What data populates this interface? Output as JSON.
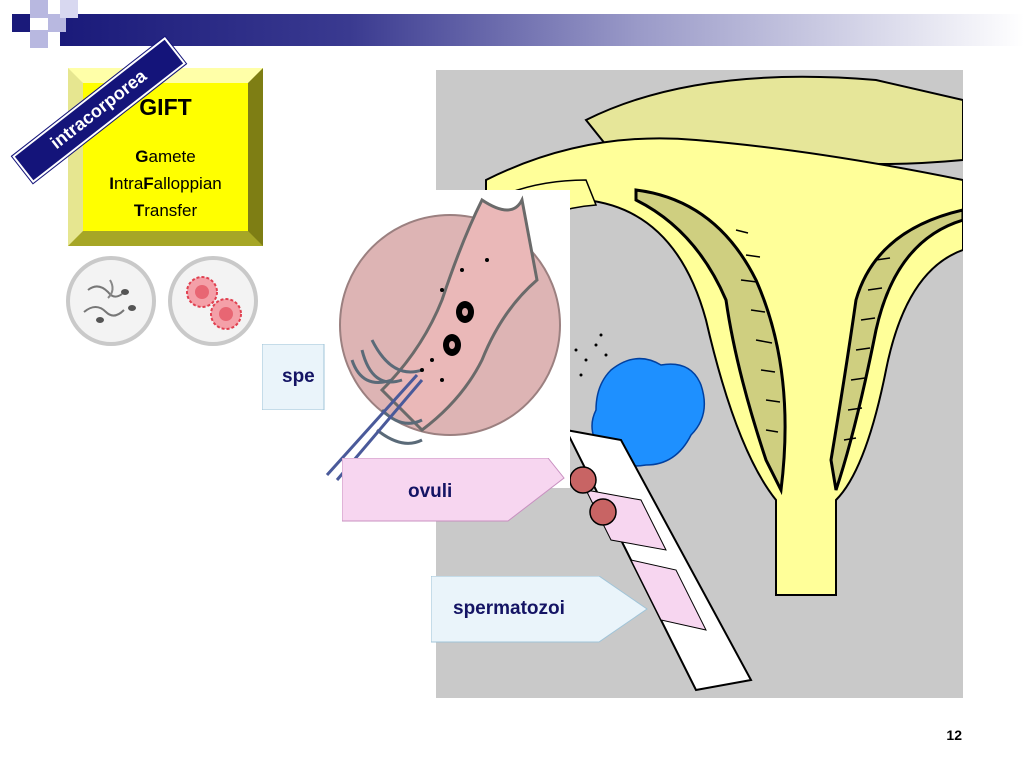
{
  "slide": {
    "badge_label": "intracorporea",
    "title": "GIFT",
    "lines": [
      {
        "initial": "G",
        "rest": "amete"
      },
      {
        "initial": "I",
        "middle": "ntra",
        "initial2": "F",
        "rest": "alloppian"
      },
      {
        "initial": "T",
        "rest": "ransfer"
      }
    ],
    "callouts": {
      "sperm_partial": "spe",
      "ovuli": "ovuli",
      "spermatozoi": "spermatozoi"
    },
    "page_number": "12"
  },
  "colors": {
    "banner_dark": "#1a1a7a",
    "gift_yellow": "#ffff00",
    "uterus_yellow": "#ffff99",
    "ovum_blue": "#1e90ff",
    "callout_blue": "#eaf4fa",
    "callout_pink": "#f7d6f0"
  },
  "icons": [
    "sperm-dish-icon",
    "ova-dish-icon"
  ]
}
